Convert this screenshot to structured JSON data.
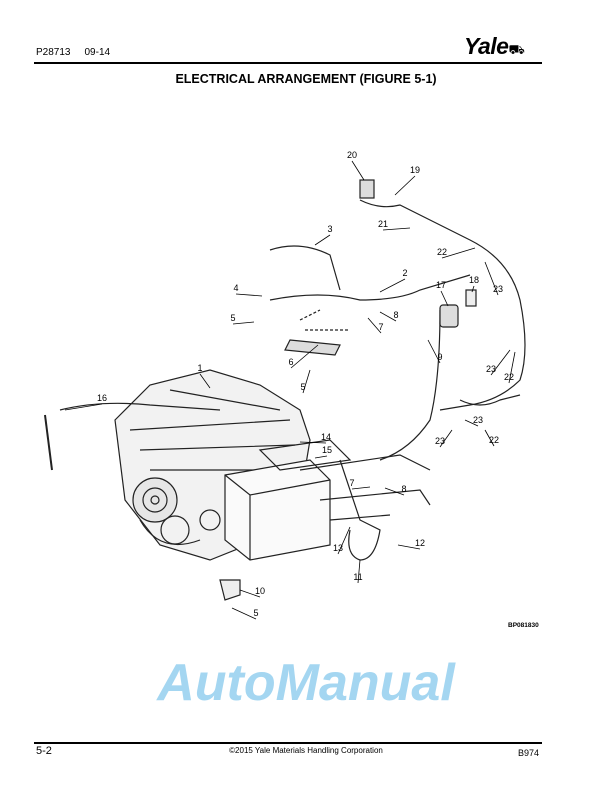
{
  "header": {
    "doc_number": "P28713",
    "doc_date": "09-14",
    "logo_text": "Yale"
  },
  "title": "ELECTRICAL ARRANGEMENT (FIGURE 5-1)",
  "figure": {
    "callouts": [
      "20",
      "19",
      "3",
      "21",
      "22",
      "18",
      "23",
      "2",
      "17",
      "4",
      "8",
      "5",
      "7",
      "9",
      "6",
      "1",
      "23",
      "22",
      "5",
      "16",
      "23",
      "14",
      "23",
      "22",
      "15",
      "7",
      "8",
      "12",
      "13",
      "11",
      "10",
      "5"
    ],
    "figure_code": "BP081830",
    "watermark": "AutoManual",
    "watermark_color": "#5ab4e6"
  },
  "footer": {
    "page_number": "5-2",
    "copyright": "©2015 Yale Materials Handling Corporation",
    "code": "B974"
  }
}
